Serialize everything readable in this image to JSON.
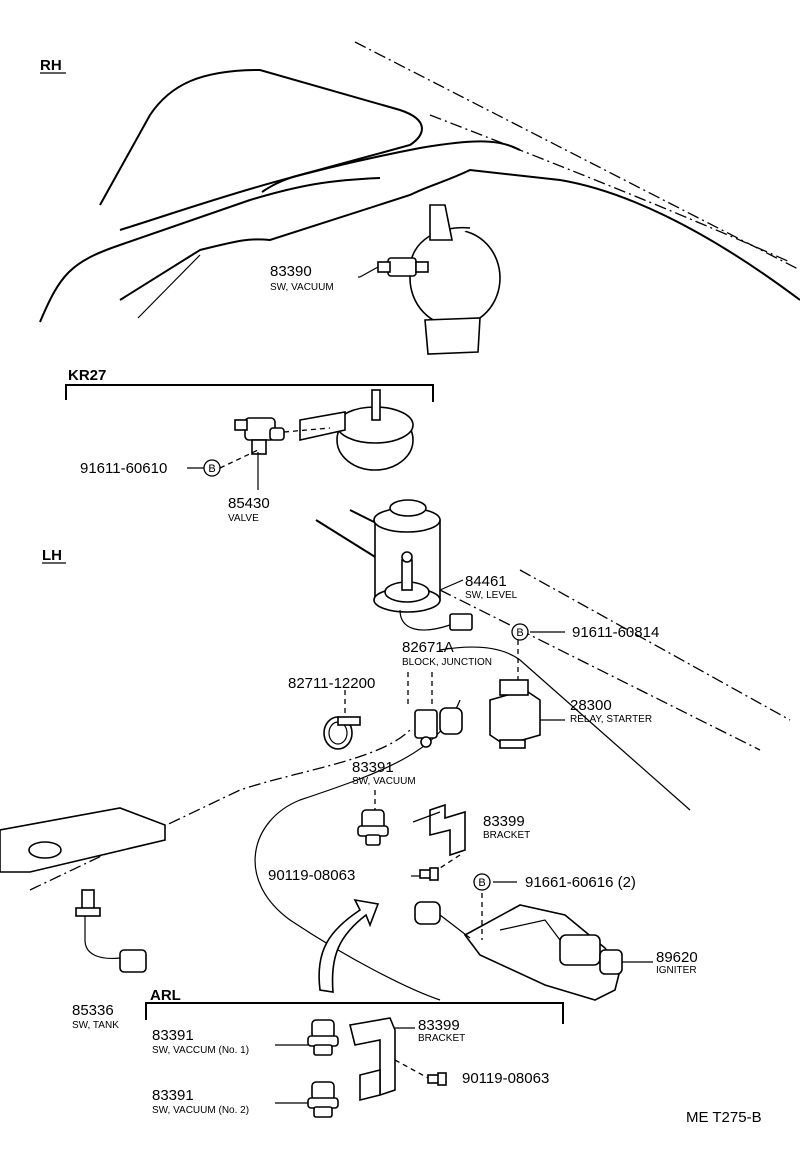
{
  "sections": {
    "rh": "RH",
    "kr27": "KR27",
    "lh": "LH",
    "arl": "ARL"
  },
  "parts": {
    "p83390": {
      "num": "83390",
      "name": "SW, VACUUM"
    },
    "p91611_60610": {
      "num": "91611-60610",
      "marker": "B"
    },
    "p85430": {
      "num": "85430",
      "name": "VALVE"
    },
    "p84461": {
      "num": "84461",
      "name": "SW, LEVEL"
    },
    "p91611_60814": {
      "num": "91611-60814",
      "marker": "B"
    },
    "p82671A": {
      "num": "82671A",
      "name": "BLOCK, JUNCTION"
    },
    "p82711": {
      "num": "82711-12200"
    },
    "p28300": {
      "num": "28300",
      "name": "RELAY, STARTER"
    },
    "p83391": {
      "num": "83391",
      "name": "SW, VACUUM"
    },
    "p83399": {
      "num": "83399",
      "name": "BRACKET"
    },
    "p90119a": {
      "num": "90119-08063"
    },
    "p91661": {
      "num": "91661-60616 (2)",
      "marker": "B"
    },
    "p89620": {
      "num": "89620",
      "name": "IGNITER"
    },
    "p85336": {
      "num": "85336",
      "name": "SW, TANK"
    },
    "arl83391a": {
      "num": "83391",
      "name": "SW, VACCUM (No. 1)"
    },
    "arl83399": {
      "num": "83399",
      "name": "BRACKET"
    },
    "arl90119": {
      "num": "90119-08063"
    },
    "arl83391b": {
      "num": "83391",
      "name": "SW, VACUUM (No. 2)"
    }
  },
  "footer": {
    "code": "ME T275-B"
  }
}
